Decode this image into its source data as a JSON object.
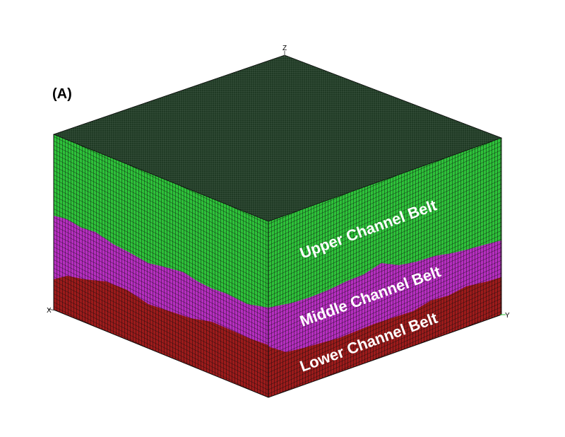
{
  "panel_label": "(A)",
  "axes": {
    "z": "Z",
    "x": "X",
    "y": "Y"
  },
  "layers": [
    {
      "key": "upper",
      "label": "Upper Channel Belt",
      "color": "#2ec23a"
    },
    {
      "key": "middle",
      "label": "Middle Channel Belt",
      "color": "#b62ec0"
    },
    {
      "key": "lower",
      "label": "Lower Channel Belt",
      "color": "#9c1b1b"
    }
  ],
  "colors": {
    "top_face": "#1f3a24",
    "grid_line": "#0a0a0a"
  }
}
